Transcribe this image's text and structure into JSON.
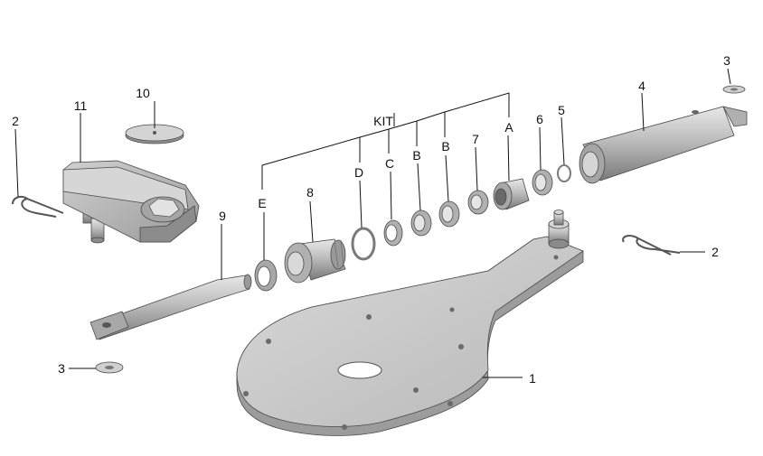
{
  "diagram": {
    "kit_label": "KIT",
    "callouts": {
      "c1": "1",
      "c2_left": "2",
      "c2_right": "2",
      "c3_top": "3",
      "c3_bottom": "3",
      "c4": "4",
      "c5": "5",
      "c6": "6",
      "c7": "7",
      "c8": "8",
      "c9": "9",
      "c10": "10",
      "c11": "11",
      "kit_a": "A",
      "kit_b1": "B",
      "kit_b2": "B",
      "kit_c": "C",
      "kit_d": "D",
      "kit_e": "E"
    }
  }
}
